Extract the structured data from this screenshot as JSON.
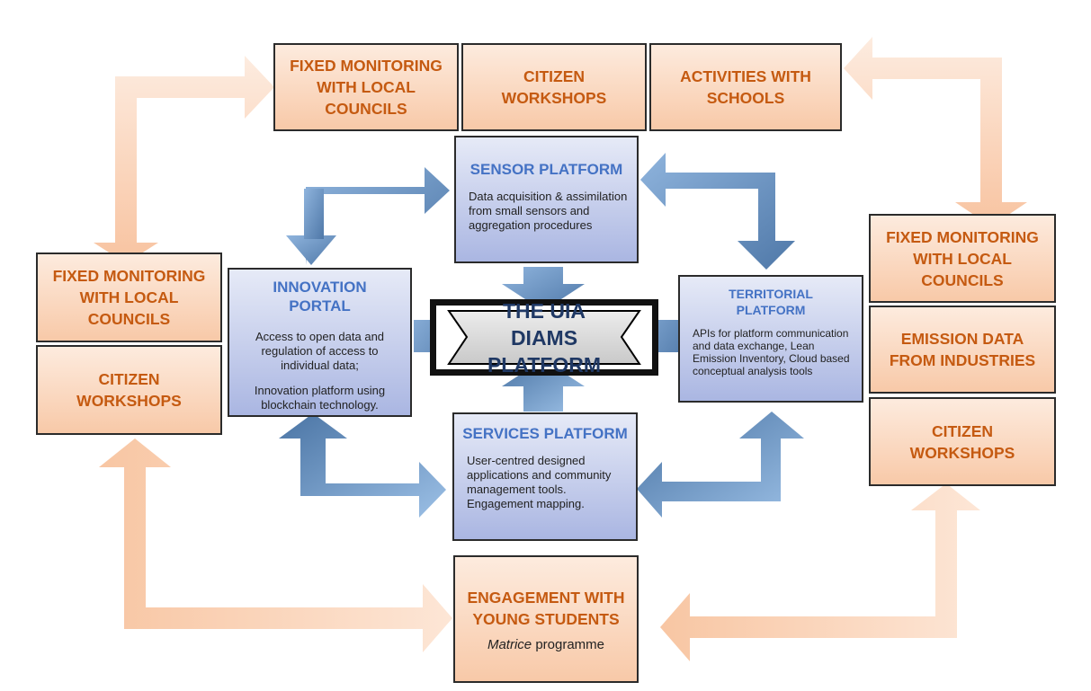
{
  "colors": {
    "orange_text": "#c55a11",
    "blue_heading": "#4472c4",
    "center_text": "#1f3864",
    "orange_arrow": "#f9c9a4",
    "blue_arrow": "#5f8fc2"
  },
  "top_boxes": [
    "FIXED MONITORING WITH LOCAL COUNCILS",
    "CITIZEN WORKSHOPS",
    "ACTIVITIES WITH SCHOOLS"
  ],
  "left_boxes": [
    "FIXED MONITORING WITH LOCAL COUNCILS",
    "CITIZEN WORKSHOPS"
  ],
  "right_boxes": [
    "FIXED MONITORING WITH LOCAL COUNCILS",
    "EMISSION DATA FROM INDUSTRIES",
    "CITIZEN WORKSHOPS"
  ],
  "engagement": {
    "title": "ENGAGEMENT WITH YOUNG STUDENTS",
    "sub_italic": "Matrice",
    "sub_rest": " programme"
  },
  "center": {
    "title": "THE UIA DIAMS PLATFORM"
  },
  "sensor": {
    "title": "SENSOR PLATFORM",
    "desc": "Data acquisition & assimilation from small sensors and aggregation procedures"
  },
  "innovation": {
    "title": "INNOVATION PORTAL",
    "desc1": "Access to open data and regulation of access to individual data;",
    "desc2": "Innovation platform using blockchain technology."
  },
  "territorial": {
    "title": "TERRITORIAL PLATFORM",
    "desc": "APIs for platform communication and data exchange, Lean Emission Inventory, Cloud based conceptual analysis tools"
  },
  "services": {
    "title": "SERVICES PLATFORM",
    "desc": "User-centred designed applications and community management tools. Engagement mapping."
  }
}
